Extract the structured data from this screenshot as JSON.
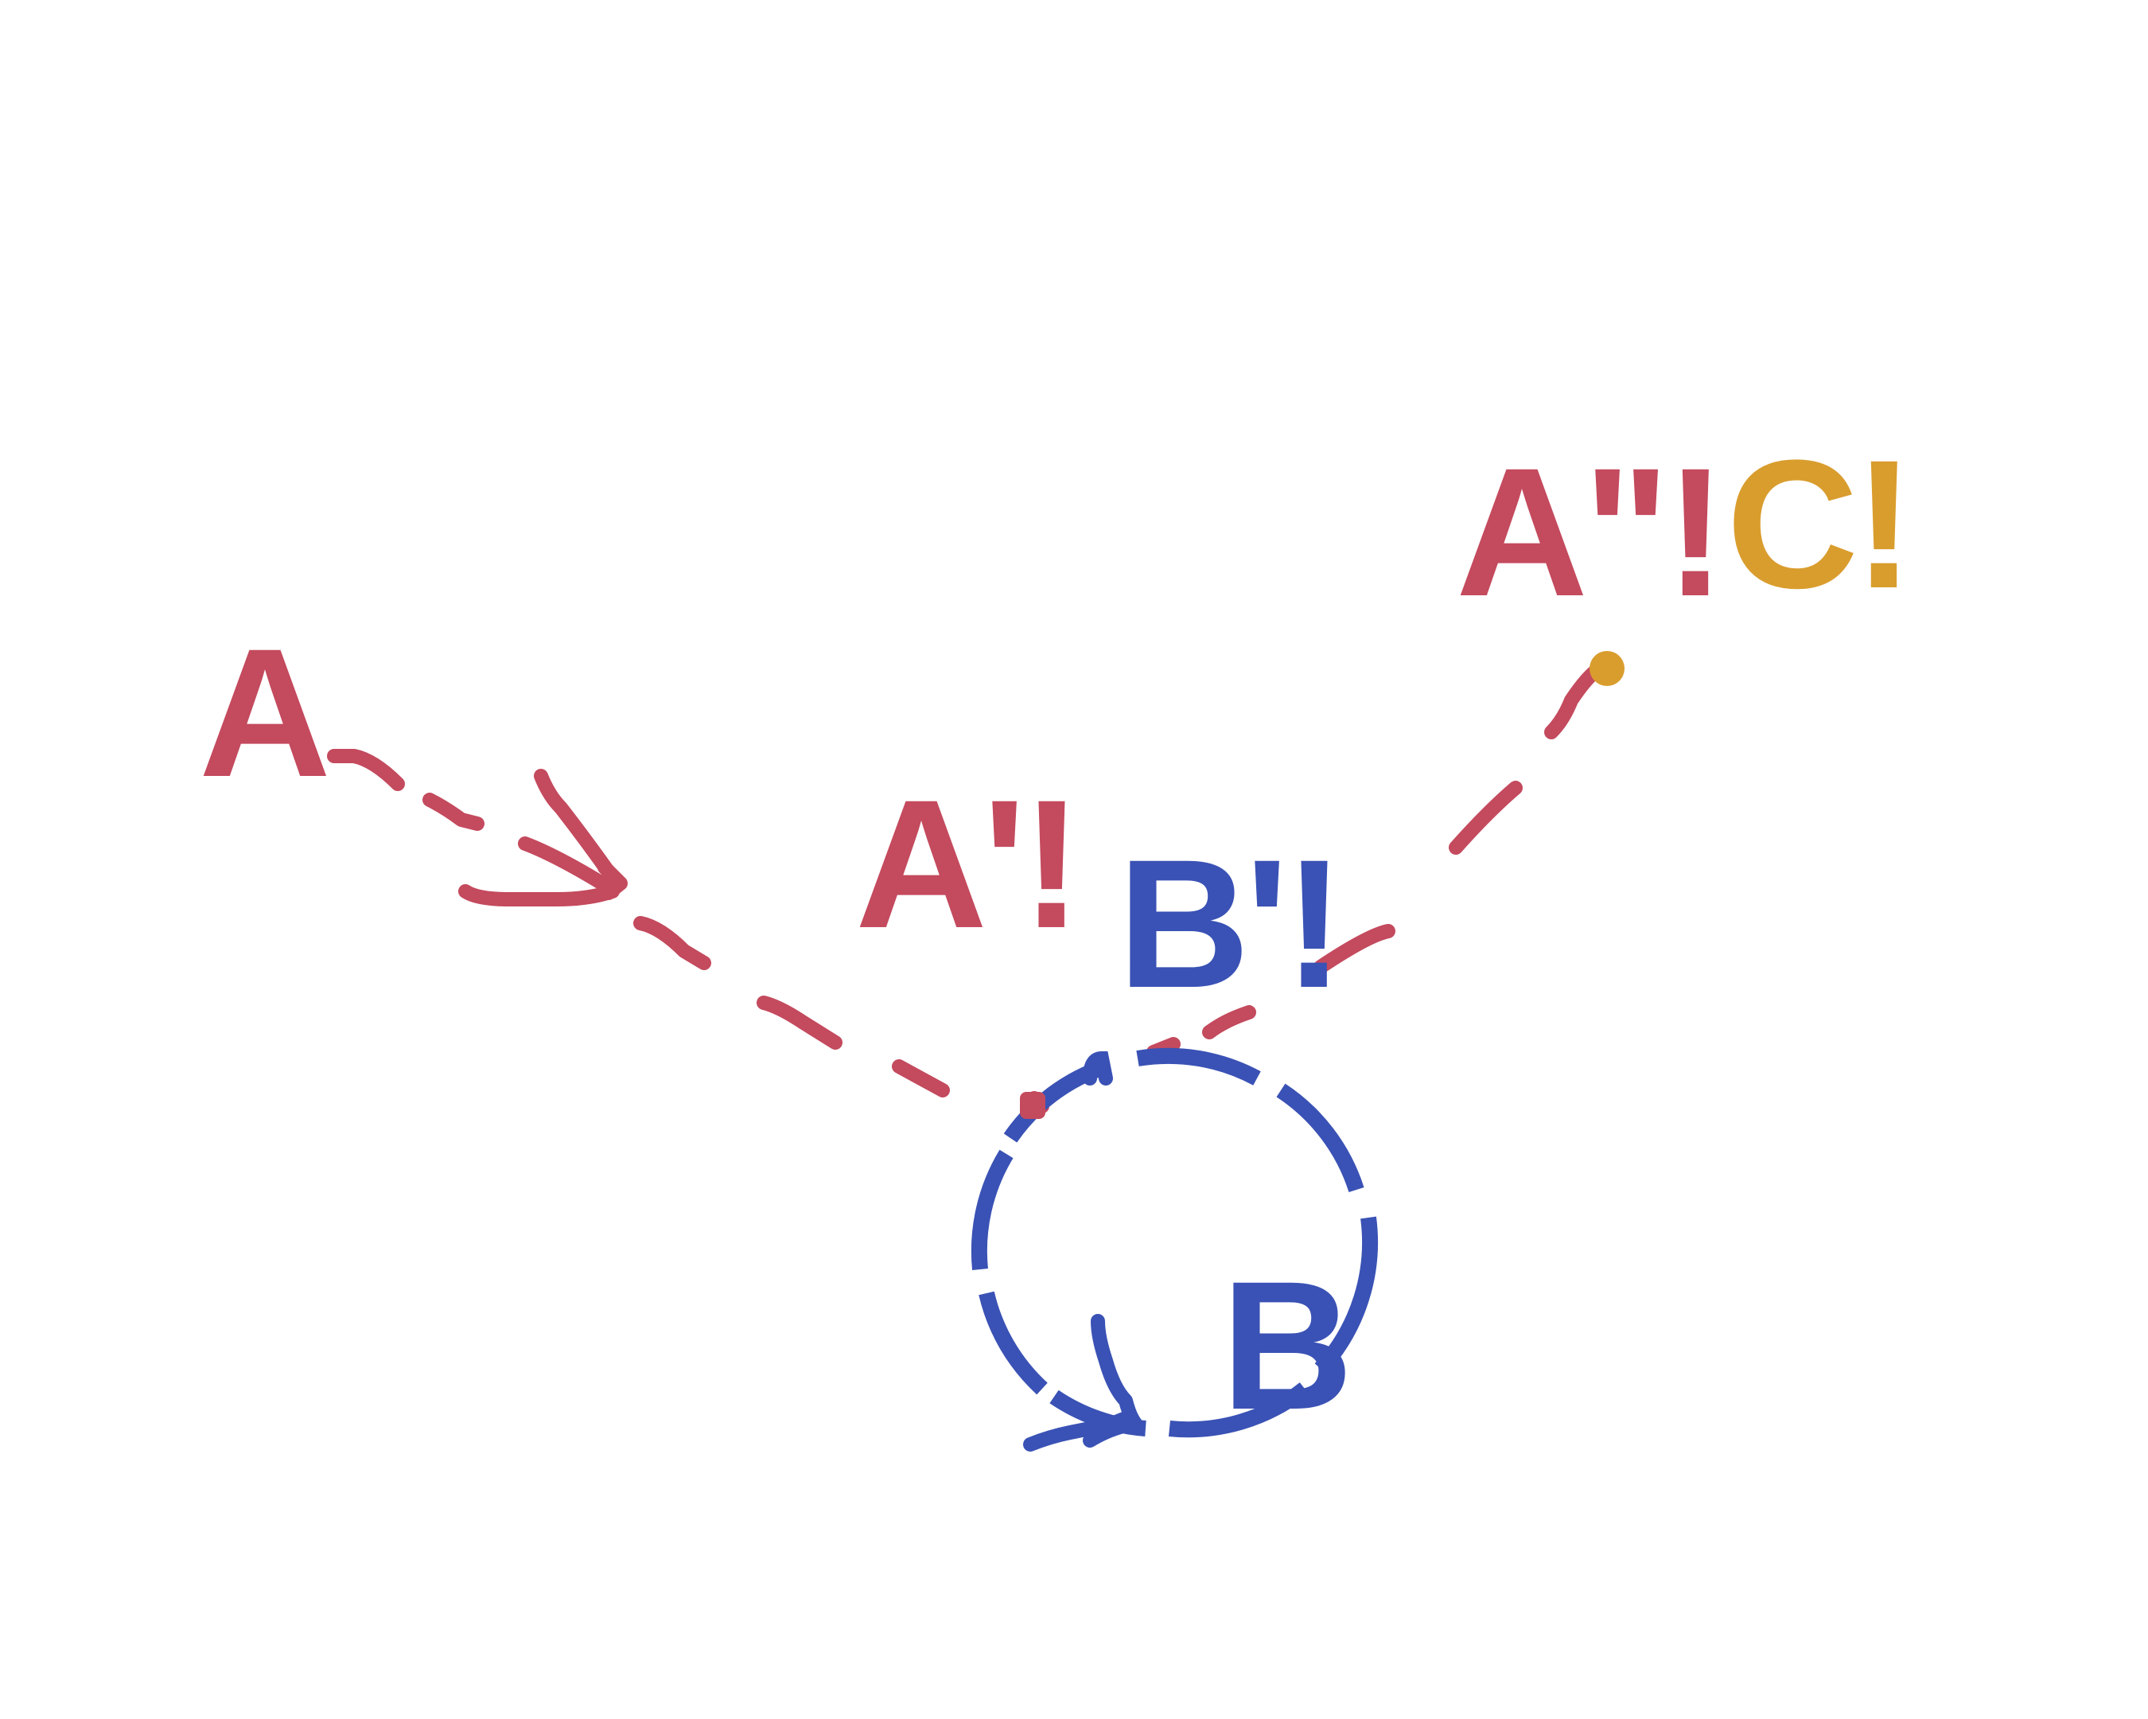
{
  "colors": {
    "red": "#c44a5e",
    "blue": "#3a52b5",
    "gold": "#d99d2e",
    "background": "#ffffff"
  },
  "labels": {
    "a": "A",
    "a_prime": "A'!",
    "b_prime": "B'!",
    "b": "B",
    "a_double_prime": "A\"!",
    "c": "C!"
  }
}
